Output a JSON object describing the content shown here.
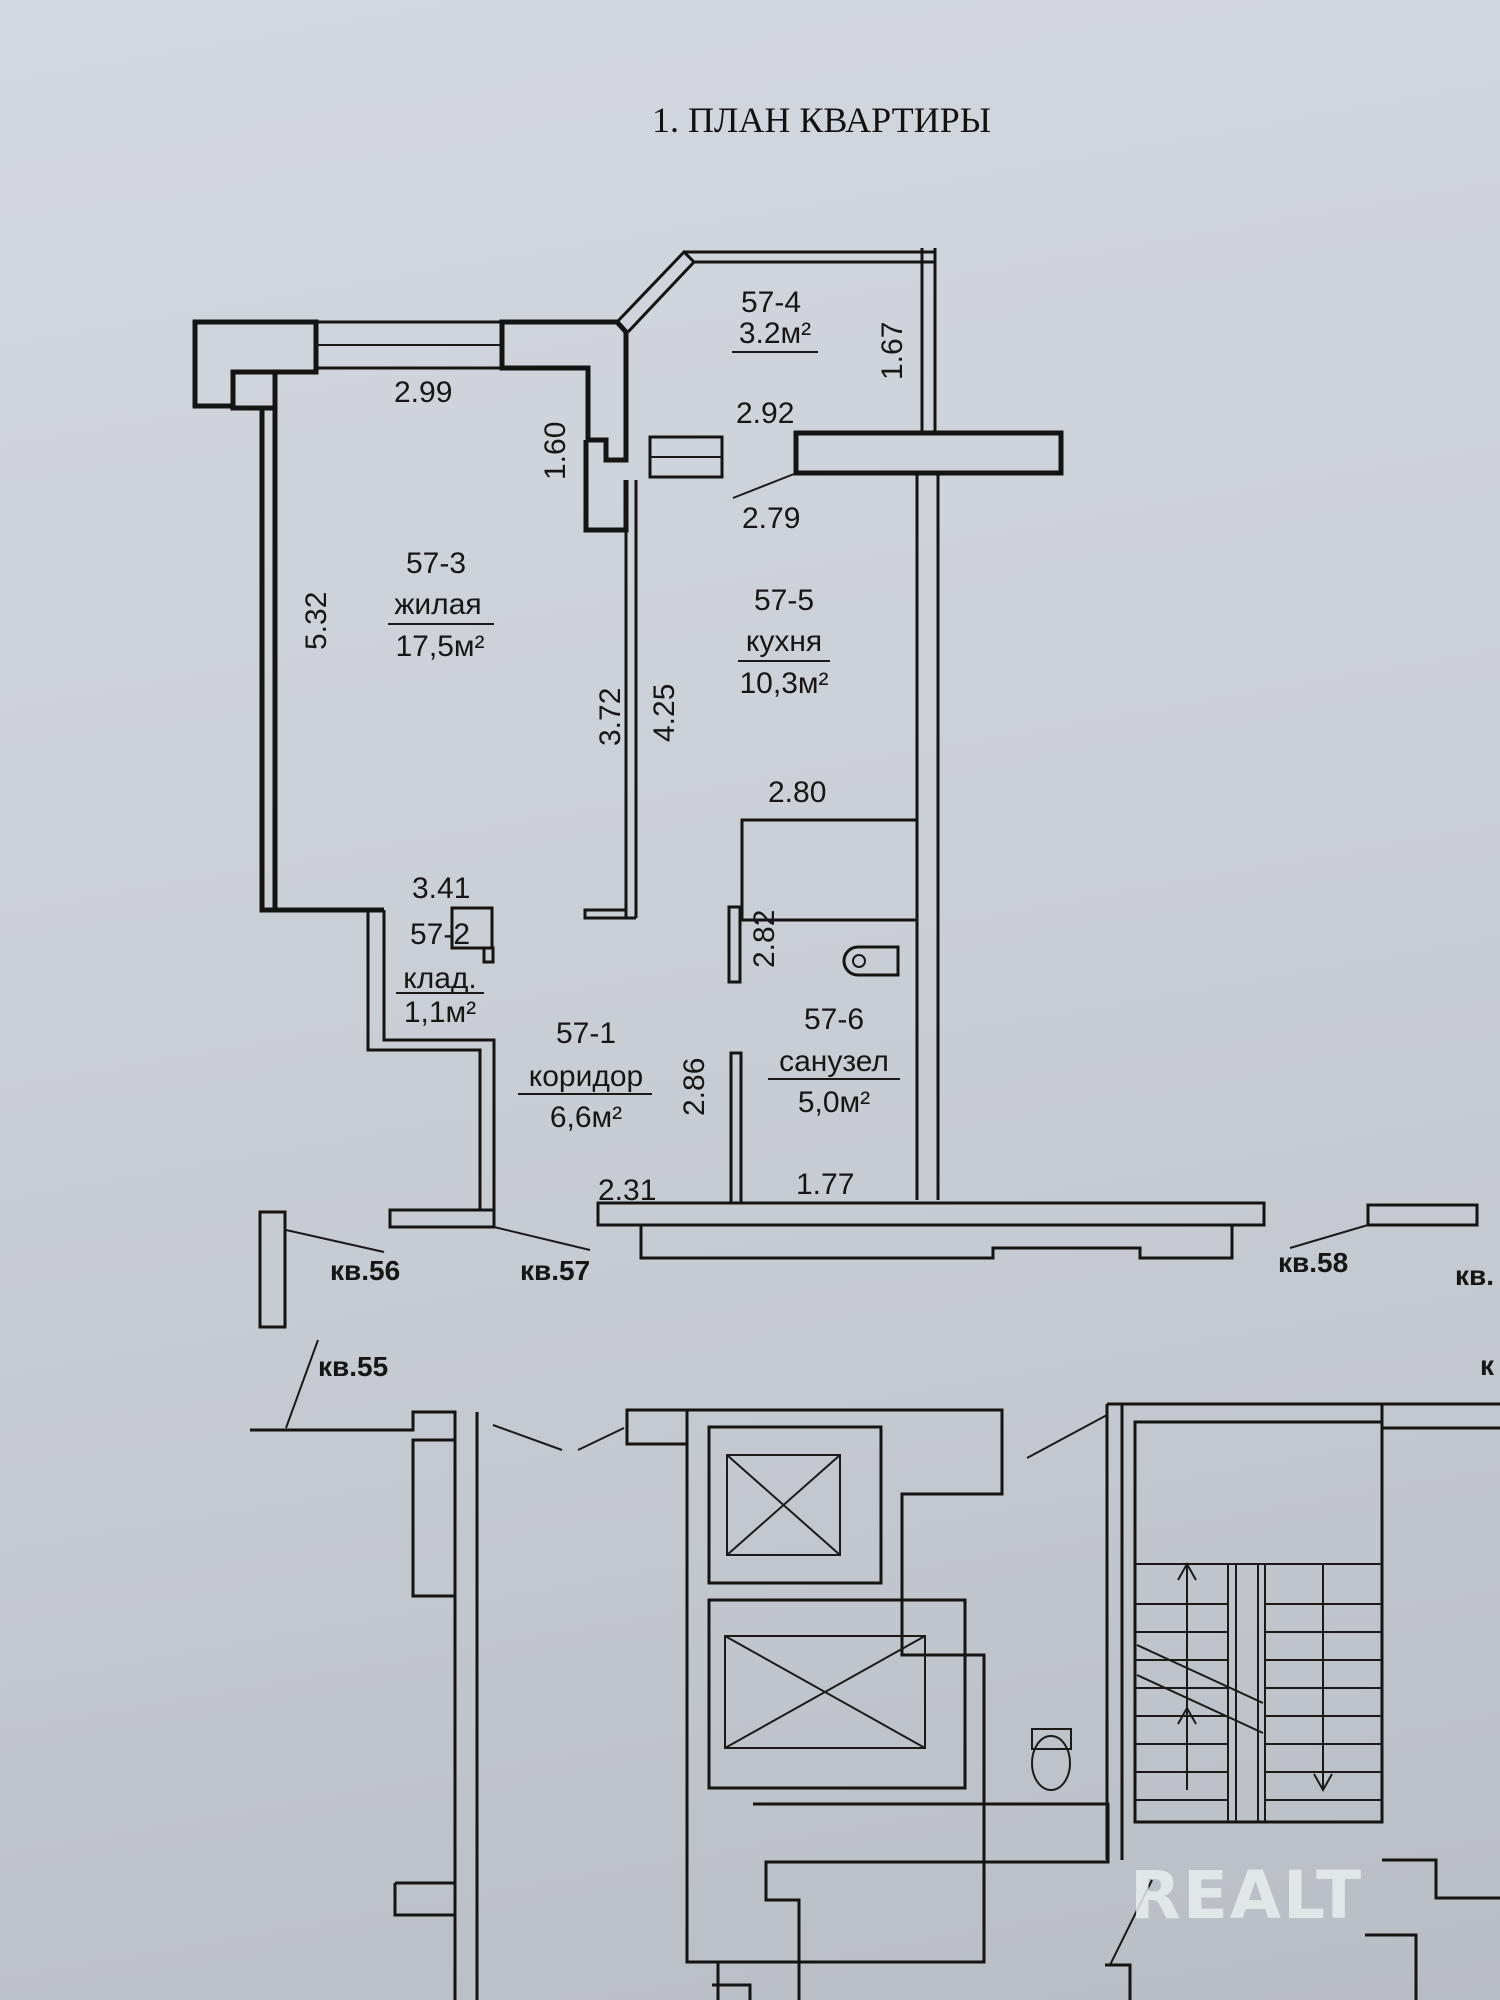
{
  "title": "1. ПЛАН КВАРТИРЫ",
  "rooms": [
    {
      "id": "57-1",
      "name": "коридор",
      "area": "6,6м²"
    },
    {
      "id": "57-2",
      "name": "клад.",
      "area": "1,1м²"
    },
    {
      "id": "57-3",
      "name": "жилая",
      "area": "17,5м²"
    },
    {
      "id": "57-4",
      "name": "",
      "area": "3.2м²"
    },
    {
      "id": "57-5",
      "name": "кухня",
      "area": "10,3м²"
    },
    {
      "id": "57-6",
      "name": "санузел",
      "area": "5,0м²"
    }
  ],
  "dimensions": {
    "living_width": "2.99",
    "living_length": "5.32",
    "niche_depth": "1.60",
    "living_wall_inner": "3.72",
    "kitchen_length": "4.25",
    "balcony_width": "2.92",
    "balcony_depth": "1.67",
    "kitchen_width": "2.79",
    "bath_width": "2.80",
    "bath_length": "2.82",
    "corridor_length": "2.86",
    "corridor_width": "3.41",
    "corridor_bottom": "2.31",
    "bath_bottom": "1.77"
  },
  "neighbors": {
    "kv55": "кв.55",
    "kv56": "кв.56",
    "kv57": "кв.57",
    "kv58": "кв.58",
    "kv_partial_1": "кв.",
    "kv_partial_2": "к"
  },
  "watermark": "REALT",
  "colors": {
    "paper": "#cdd2d8",
    "ink": "#141414",
    "watermark": "#e8ecef"
  }
}
